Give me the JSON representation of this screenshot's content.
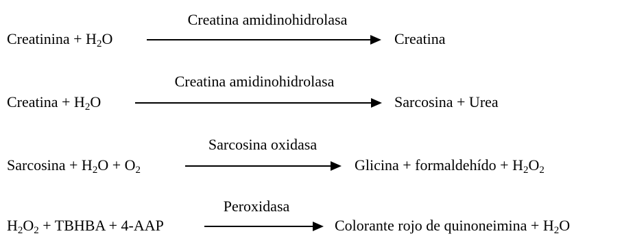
{
  "reactions": [
    {
      "enzyme": "Creatina amidinohidrolasa",
      "reactants": [
        {
          "t": "Creatinina + H"
        },
        {
          "t": "2",
          "sub": true
        },
        {
          "t": "O"
        }
      ],
      "products": [
        {
          "t": "Creatina"
        }
      ]
    },
    {
      "enzyme": "Creatina amidinohidrolasa",
      "reactants": [
        {
          "t": "Creatina + H"
        },
        {
          "t": "2",
          "sub": true
        },
        {
          "t": "O"
        }
      ],
      "products": [
        {
          "t": "Sarcosina + Urea"
        }
      ]
    },
    {
      "enzyme": "Sarcosina oxidasa",
      "reactants": [
        {
          "t": "Sarcosina + H"
        },
        {
          "t": "2",
          "sub": true
        },
        {
          "t": "O + O"
        },
        {
          "t": "2",
          "sub": true
        }
      ],
      "products": [
        {
          "t": "Glicina + formaldehído + H"
        },
        {
          "t": "2",
          "sub": true
        },
        {
          "t": "O"
        },
        {
          "t": "2",
          "sub": true
        }
      ]
    },
    {
      "enzyme": "Peroxidasa",
      "reactants": [
        {
          "t": "H"
        },
        {
          "t": "2",
          "sub": true
        },
        {
          "t": "O"
        },
        {
          "t": "2",
          "sub": true
        },
        {
          "t": " + TBHBA + 4-AAP"
        }
      ],
      "products": [
        {
          "t": "Colorante rojo de quinoneimina + H"
        },
        {
          "t": "2",
          "sub": true
        },
        {
          "t": "O"
        }
      ]
    }
  ]
}
